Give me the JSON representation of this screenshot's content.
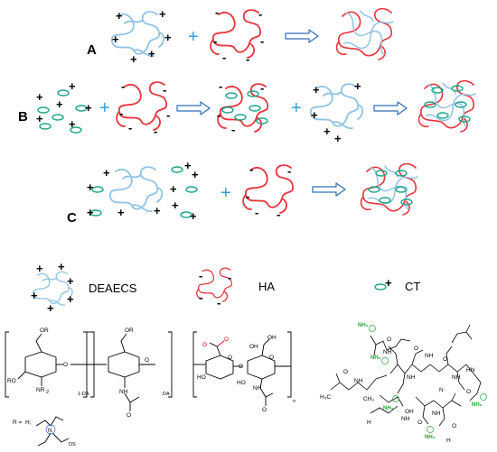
{
  "rows": {
    "A": "A",
    "B": "B",
    "C": "C"
  },
  "signs": {
    "plus": "+",
    "minus": "-"
  },
  "legend": {
    "deaecs": "DEAECS",
    "ha": "HA",
    "ct": "CT"
  },
  "deaecs_structure": {
    "or_top1": "OR",
    "or_top2": "OR",
    "ro": "RO",
    "nr2": "NR",
    "nr2_sub": "2",
    "nh": "NH",
    "o1": "O",
    "o2": "O",
    "o_carbonyl": "O",
    "sub_1_da": "1-DA",
    "sub_da": "DA",
    "r_eq": "R =",
    "h": "H;",
    "n_plus": "N",
    "ds": "DS"
  },
  "ha_structure": {
    "o_top": "O",
    "o_minus": "O",
    "ho1": "HO",
    "ho2": "HO",
    "oh1": "OH",
    "oh2": "OH",
    "o_ring1": "O",
    "o_ring2": "O",
    "o_link": "O",
    "nh": "NH",
    "o_carbonyl": "O",
    "n": "n"
  },
  "ct_structure": {
    "h3c": "H₃C",
    "ch3": "CH₃",
    "nh3_labels": [
      "NH₃",
      "NH₃",
      "NH₃",
      "NH₃",
      "NH₃"
    ],
    "nh_labels": [
      "NH",
      "NH",
      "NH",
      "NH",
      "NH",
      "NH",
      "NH"
    ],
    "o_labels": [
      "O",
      "O",
      "O",
      "O",
      "O",
      "O",
      "O"
    ],
    "oh": "OH",
    "hn": "HN",
    "h_labels": [
      "H",
      "H"
    ],
    "n": "N"
  },
  "colors": {
    "polycation": "#8fc3e6",
    "polyanion": "#e8333a",
    "ct_ellipse": "#1aa68a",
    "plus_blue": "#2f9fd8",
    "arrow": "#2e6fb7",
    "ct_amine": "#1fa83a",
    "ha_acid": "#d00000"
  },
  "icons": {
    "arrow": "open-arrow-icon",
    "operator": "plus-operator-icon"
  }
}
